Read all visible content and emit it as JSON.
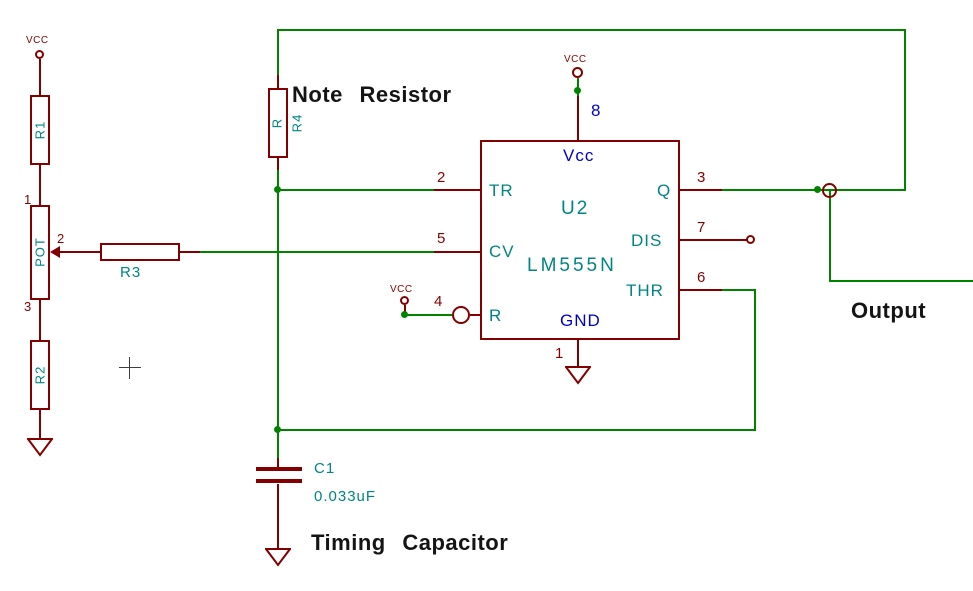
{
  "colors": {
    "component_outline": "#840000",
    "wire": "#008400",
    "field_text": "#008484",
    "power_pin_name": "#0000C8",
    "pin8_color": "#0000C8",
    "annotation_text": "#141414"
  },
  "annotations": {
    "note_resistor": "Note Resistor",
    "output": "Output",
    "timing_capacitor": "Timing Capacitor"
  },
  "power": {
    "vcc_label": "VCC"
  },
  "components": {
    "r1": {
      "ref": "R1"
    },
    "r2": {
      "ref": "R2"
    },
    "r3": {
      "ref": "R3"
    },
    "r4": {
      "ref": "R4",
      "value": "R"
    },
    "pot": {
      "value": "POT",
      "pin1": "1",
      "pin2": "2",
      "pin3": "3"
    },
    "c1": {
      "ref": "C1",
      "value": "0.033uF"
    }
  },
  "ic": {
    "ref": "U2",
    "value": "LM555N",
    "top_pin": {
      "name": "Vcc",
      "number": "8"
    },
    "bottom_pin": {
      "name": "GND",
      "number": "1"
    },
    "left_pins": [
      {
        "name": "TR",
        "number": "2"
      },
      {
        "name": "CV",
        "number": "5"
      },
      {
        "name": "R",
        "number": "4"
      }
    ],
    "right_pins": [
      {
        "name": "Q",
        "number": "3"
      },
      {
        "name": "DIS",
        "number": "7"
      },
      {
        "name": "THR",
        "number": "6"
      }
    ]
  }
}
